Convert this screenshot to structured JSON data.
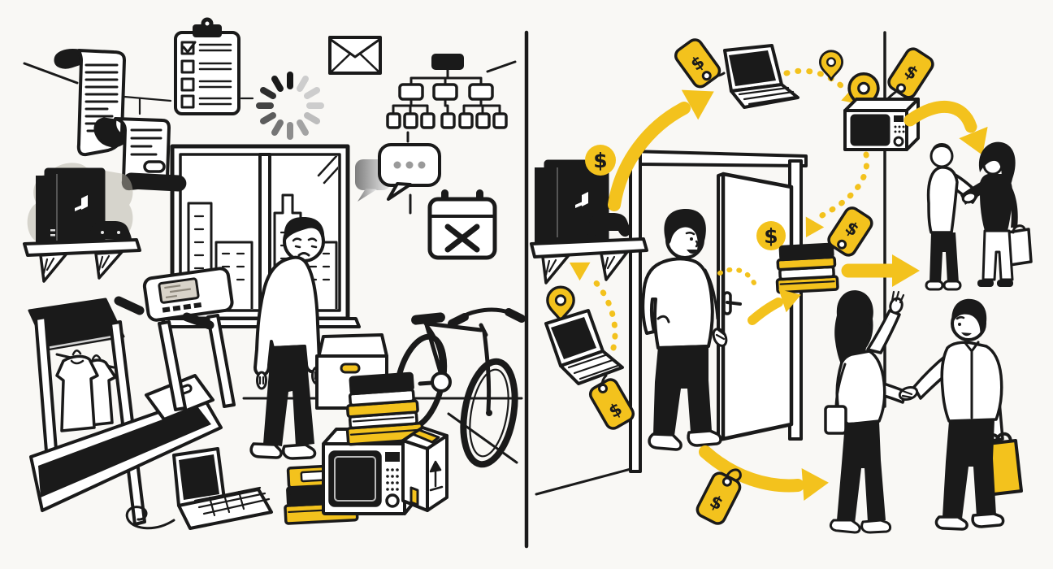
{
  "illustration": {
    "description": "Two-panel black-and-yellow line illustration: on the left a sad man stands in a room cluttered with unused items (game console, treadmill with hanging clothes, laptop, books, microwave, boxes, bicycle); on the right the same items get price tags, dollar coins and location pins and are handed over to happy buyers shaking hands.",
    "left_panel_label": "cluttered room with unused items",
    "right_panel_label": "items priced, listed and sold to buyers"
  },
  "symbols": {
    "dollar": "$"
  },
  "colors": {
    "background": "#f9f8f5",
    "paper": "#ffffff",
    "ink": "#1a1a1a",
    "accent": "#f3c21d",
    "grey": "#9a9a9a",
    "dust": "#b4afa4",
    "screen": "#d8d3c9"
  },
  "objects": {
    "left": [
      "receipt-scrolls",
      "checklist-clipboard",
      "loading-spinner",
      "envelope",
      "org-chart",
      "chat-bubbles",
      "cancelled-calendar",
      "game-console-on-shelf",
      "gamepad",
      "city-window",
      "sad-man",
      "folded-treadmill",
      "hanging-clothes",
      "laptop-on-floor",
      "storage-boxes",
      "stacked-books",
      "microwave",
      "packed-carton",
      "bicycle"
    ],
    "right": [
      "wall-shelf-game-console",
      "dollar-coins",
      "sale-growth-arrow",
      "laptop-with-price-tag",
      "location-pins",
      "microwave-with-price-tag",
      "books-with-price-tag",
      "man-at-open-door",
      "flow-arrows",
      "buyer-handshake-top",
      "seller-waving-handshake-bottom",
      "yellow-shopping-bag",
      "white-shopping-bag",
      "price-tags"
    ]
  }
}
